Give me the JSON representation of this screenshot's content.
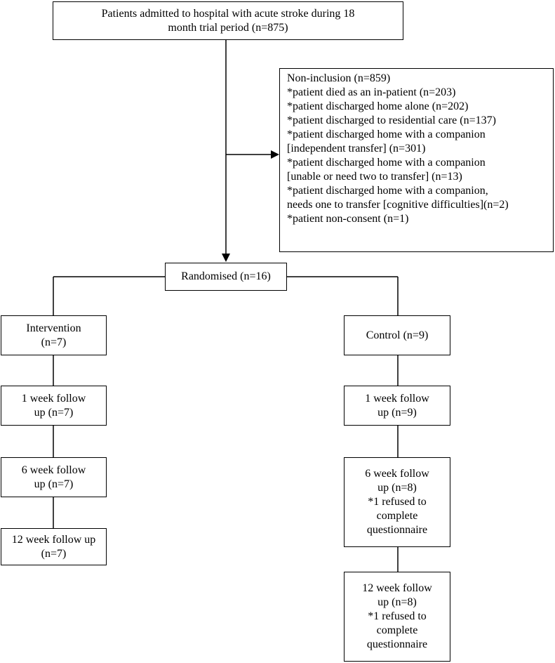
{
  "top_box": {
    "lines": [
      "Patients admitted to hospital with acute stroke during 18",
      "month trial period (n=875)"
    ]
  },
  "exclusion_box": {
    "lines": [
      "Non-inclusion (n=859)",
      "*patient died as an in-patient (n=203)",
      "*patient discharged home alone (n=202)",
      "*patient discharged to residential care (n=137)",
      "*patient discharged home with a companion",
      "[independent transfer] (n=301)",
      "*patient discharged home with a companion",
      "[unable or need two to transfer] (n=13)",
      "*patient discharged home with a companion,",
      "needs one to transfer [cognitive difficulties](n=2)",
      "*patient non-consent (n=1)"
    ]
  },
  "randomised_box": {
    "lines": [
      "Randomised (n=16)"
    ]
  },
  "intervention": {
    "group": {
      "lines": [
        "Intervention",
        "(n=7)"
      ]
    },
    "week1": {
      "lines": [
        "1 week follow",
        "up (n=7)"
      ]
    },
    "week6": {
      "lines": [
        "6 week follow",
        "up (n=7)"
      ]
    },
    "week12": {
      "lines": [
        "12 week follow up",
        "(n=7)"
      ]
    }
  },
  "control": {
    "group": {
      "lines": [
        "Control (n=9)"
      ]
    },
    "week1": {
      "lines": [
        "1 week follow",
        "up (n=9)"
      ]
    },
    "week6": {
      "lines": [
        "6 week follow",
        "up (n=8)",
        "*1 refused to",
        "complete",
        "questionnaire"
      ]
    },
    "week12": {
      "lines": [
        "12 week follow",
        "up (n=8)",
        "*1 refused to",
        "complete",
        "questionnaire"
      ]
    }
  }
}
